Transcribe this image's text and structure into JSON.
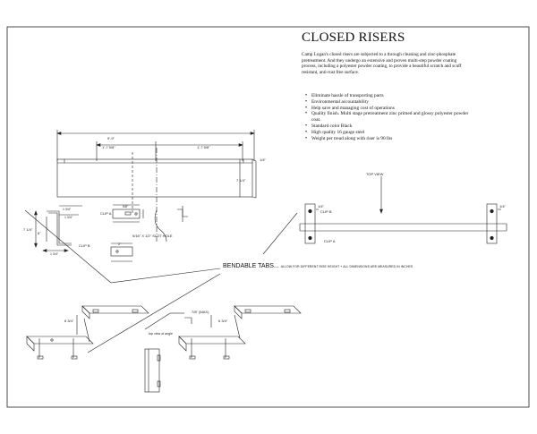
{
  "title": "CLOSED RISERS",
  "description": "Camp Logan's closed risers are subjected to a through cleaning and zinc-phosphate pretreatment. And they undergo an extensive and proven multi-step powder coating process, including a polyester powder coating, to provide a beautiful scratch and scuff resistant, anti-rust free surface.",
  "features": [
    "Eliminate hassle of transporting parts",
    "Environmental accountability",
    "Help save and managing cost of operations",
    "Quality finish. Multi stage pretreatment zinc primed and glossy polyester powder coat.",
    "Standard color Black",
    "High quality 16 gauge steel",
    "Weight per tread along with riser is 90 lbs"
  ],
  "labels": {
    "top_view": "TOP VIEW",
    "clip_b_left": "CLIP B",
    "clip_b_right": "CLIP B",
    "clip_a": "CLIP A",
    "clip_b_top": "CLIP A",
    "clip_bottom": "CLIP B",
    "slot_hole": "5/16\" X 1/2\" SLOT HOLE",
    "bendable_tabs": "BENDABLE TABS...",
    "bendable_note": "ALLOW FOR DIFFERENT RISE HEIGHT + ALL DIMENSIONS ARE MEASURED IN INCHES",
    "top_view_of_angle": "top view of angle",
    "dim_overall": "9'-9\"",
    "dim_left": "1'-7 5/8\"",
    "dim_right": "1'-7 5/8\"",
    "dim_height": "7 1/4\"",
    "dim_right_side": "1/4\"",
    "dim_small_1": "1 3/4\"",
    "dim_small_2": "1 3/4\"",
    "dim_small_3": "5/8\"",
    "dim_left_h": "7 1/4\"",
    "dim_bottom_w": "1 3/4\"",
    "dim_clip_height": "6\"",
    "dim_clip_b": "2\"",
    "dim_riser": "6 3/4\"",
    "dim_90": "7/8\" (MAX)"
  }
}
